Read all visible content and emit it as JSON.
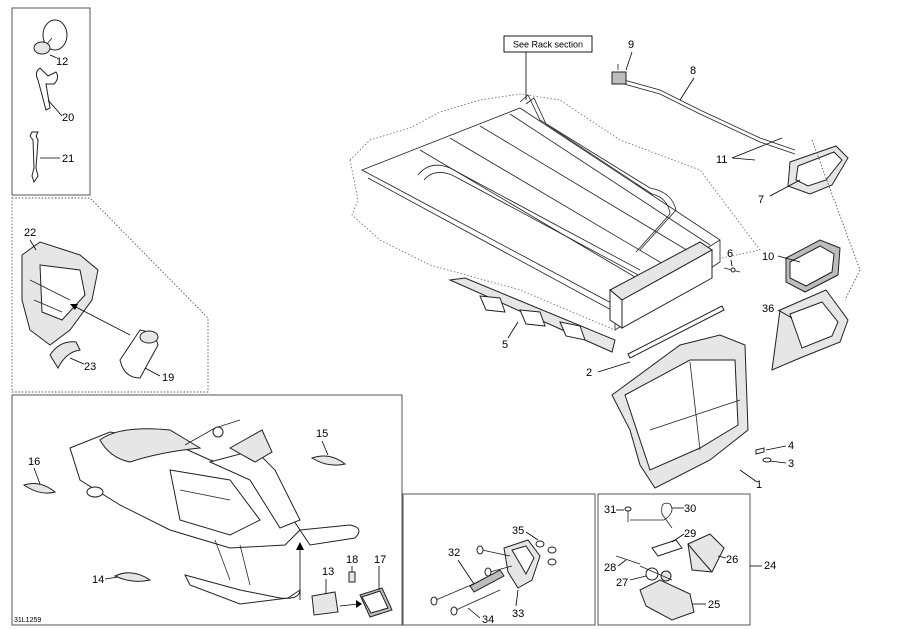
{
  "note_box": {
    "text": "See Rack section"
  },
  "drawing_code": "31L1259",
  "callouts": {
    "c1": "1",
    "c2": "2",
    "c3": "3",
    "c4": "4",
    "c5": "5",
    "c6": "6",
    "c7": "7",
    "c8": "8",
    "c9": "9",
    "c10": "10",
    "c11": "11",
    "c12": "12",
    "c13": "13",
    "c14": "14",
    "c15": "15",
    "c16": "16",
    "c17": "17",
    "c18": "18",
    "c19": "19",
    "c20": "20",
    "c21": "21",
    "c22": "22",
    "c23": "23",
    "c24": "24",
    "c25": "25",
    "c26": "26",
    "c27": "27",
    "c28": "28",
    "c29": "29",
    "c30": "30",
    "c31": "31",
    "c32": "32",
    "c33": "33",
    "c34": "34",
    "c35": "35",
    "c36": "36"
  },
  "colors": {
    "line": "#222222",
    "fill_light": "#e6e6e6",
    "fill_dark": "#bdbdbd",
    "frame": "#555555"
  }
}
